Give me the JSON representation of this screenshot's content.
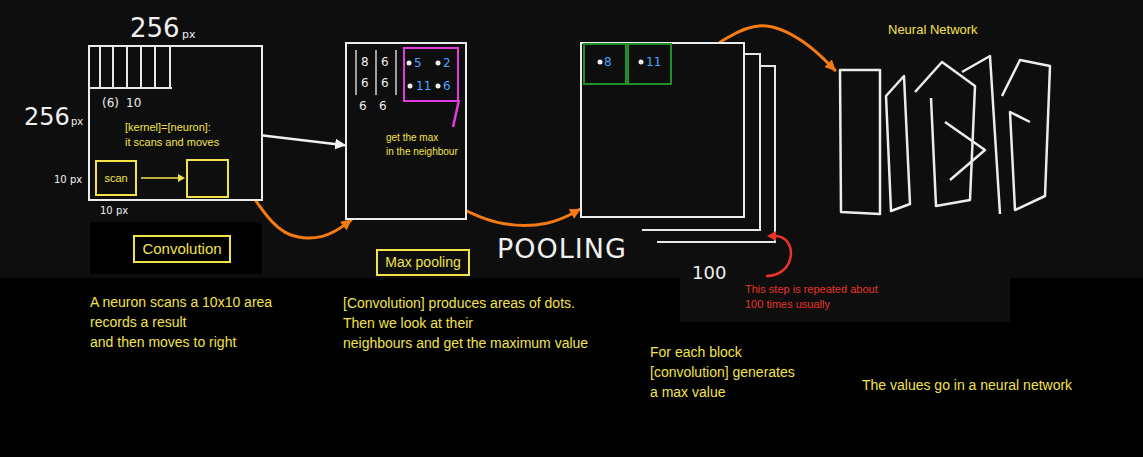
{
  "diagram": {
    "nodes": [
      {
        "text": [
          "(6)",
          "10",
          "[kernel]=[neuron]: it scans and moves"
        ]
      },
      {
        "text": [
          "scan"
        ],
        "in": 0
      },
      {
        "text": [
          "Convolution"
        ]
      },
      {
        "text": [
          "8",
          "6",
          "6",
          "6",
          "6",
          "6",
          "get the max in the neighbour"
        ]
      },
      {
        "text": [
          "5",
          "2",
          "11",
          "6"
        ],
        "in": 3
      },
      {
        "text": [
          "Max pooling"
        ]
      },
      {
        "text": [
          "100"
        ]
      },
      {
        "text": [
          "8"
        ],
        "in": 6
      },
      {
        "text": [
          "11"
        ],
        "in": 6
      },
      {
        "text": [
          "Neural Network"
        ]
      }
    ],
    "edges": [
      {
        "from": 0,
        "to": 3,
        "arrow": "to"
      },
      {
        "from": 0,
        "to": 3,
        "arrow": "to"
      },
      {
        "from": 3,
        "to": 6,
        "arrow": "to"
      },
      {
        "from": 6,
        "to": 9,
        "arrow": "to"
      }
    ],
    "labels": [
      "256",
      "px",
      "256",
      "px",
      "10 px",
      "10 px",
      "A neuron scans a 10x10 area records a result and then moves to right",
      "[Convolution] produces areas of dots. Then we look at their neighbours and get the maximum value",
      "POOLING",
      "This step is repeated about 100 times usually",
      "For each block [convolution] generates a max value",
      "The values go in a neural network"
    ]
  }
}
